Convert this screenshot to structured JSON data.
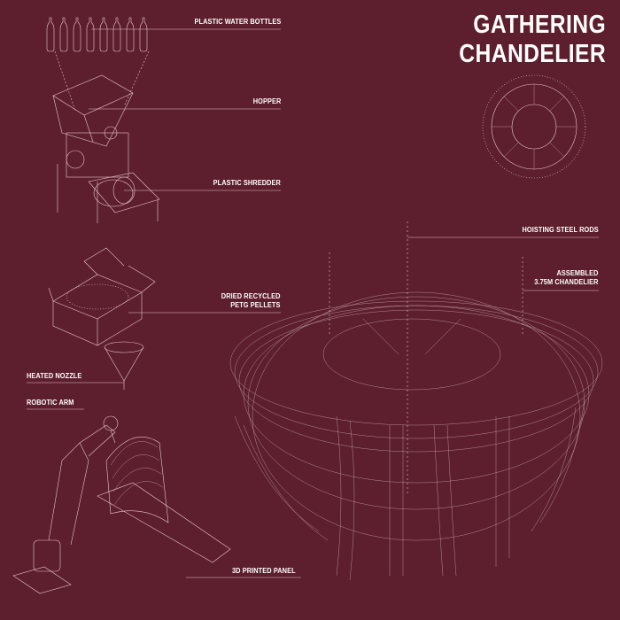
{
  "title": {
    "line1": "GATHERING",
    "line2": "CHANDELIER"
  },
  "labels": {
    "bottles": "PLASTIC WATER BOTTLES",
    "hopper": "HOPPER",
    "shredder": "PLASTIC SHREDDER",
    "pellets_1": "DRIED RECYCLED",
    "pellets_2": "PETG PELLETS",
    "nozzle": "HEATED NOZZLE",
    "arm": "ROBOTIC ARM",
    "panel": "3D PRINTED PANEL",
    "rods": "HOISTING STEEL RODS",
    "assembled_1": "ASSEMBLED",
    "assembled_2": "3.75M CHANDELIER"
  },
  "colors": {
    "background": "#5d1f2d",
    "line": "#e8c6cc"
  }
}
